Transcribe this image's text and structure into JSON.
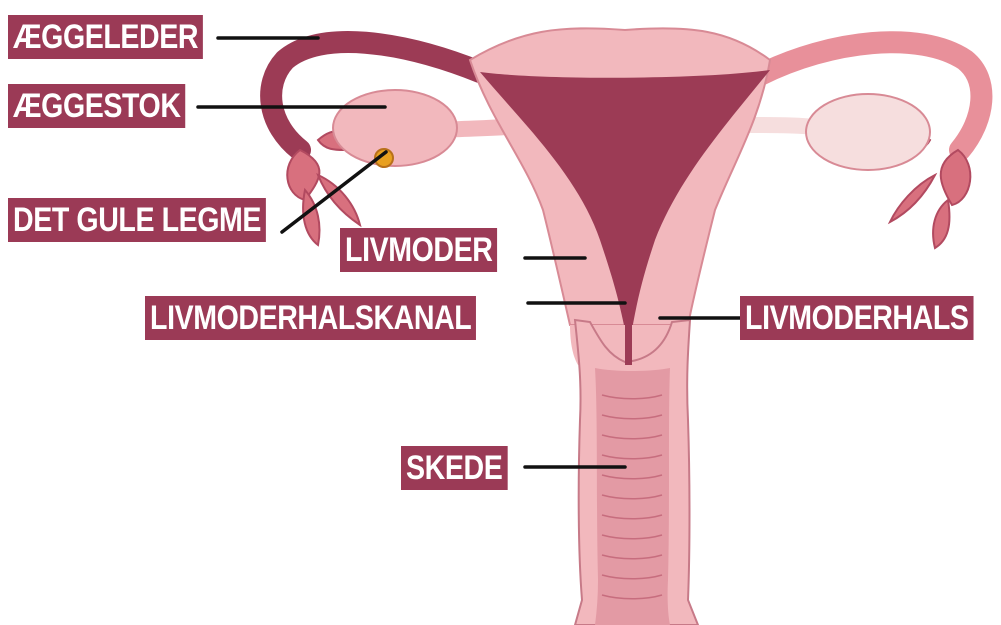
{
  "labels": {
    "aeggeleder": "ÆGGELEDER",
    "aeggestok": "ÆGGESTOK",
    "det_gule_legme": "DET GULE LEGME",
    "livmoder": "LIVMODER",
    "livmoderhalskanal": "LIVMODERHALSKANAL",
    "livmoderhals": "LIVMODERHALS",
    "skede": "SKEDE"
  },
  "colors": {
    "label_bg": "#9b3a56",
    "label_text": "#ffffff",
    "tissue_light": "#f2b8bd",
    "tissue_dark": "#9c3b55",
    "ovary": "#f6dede",
    "corpus_luteum": "#e8a020"
  }
}
